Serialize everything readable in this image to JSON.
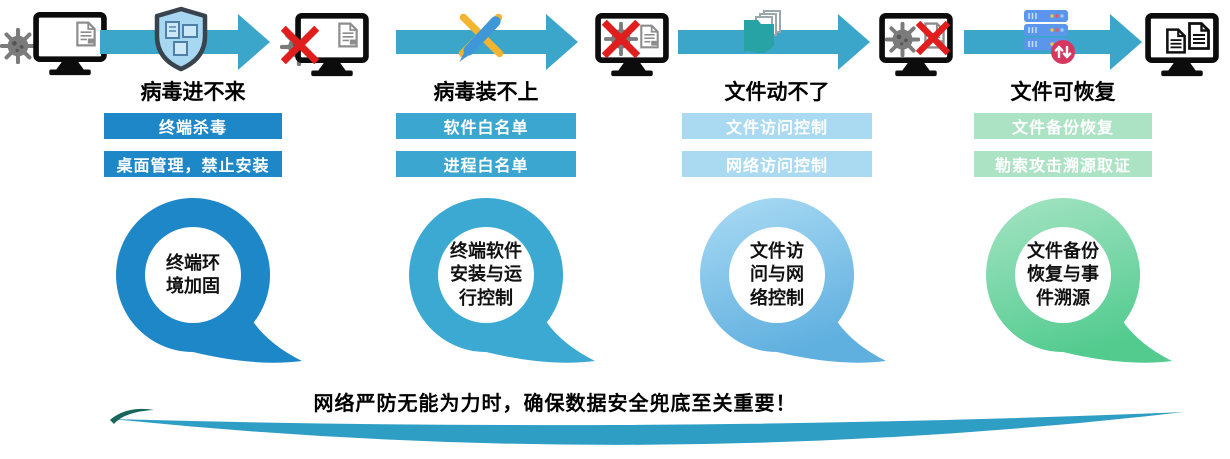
{
  "theme": {
    "arrow_color": "#3BA5CA",
    "swoosh_color": "#2F9EC4",
    "swoosh_tip_color": "#17665A"
  },
  "stages": [
    {
      "title": "病毒进不来",
      "arrow_icon": "shield-documents-icon",
      "endpoint_icon": "virus-and-computer-icon",
      "measures": [
        "终端杀毒",
        "桌面管理，禁止安装"
      ],
      "bar_color": "#1E87C7",
      "circle_top_color": "#1E87C7",
      "circle_bottom_color": "#1E87C7",
      "capability_lines": [
        "终端环",
        "境加固"
      ]
    },
    {
      "title": "病毒装不上",
      "arrow_icon": "crossed-swords-icon",
      "endpoint_icon": "virus-blocked-at-computer-icon",
      "measures": [
        "软件白名单",
        "进程白名单"
      ],
      "bar_color": "#3BA6CF",
      "circle_top_color": "#3CA9D2",
      "circle_bottom_color": "#3CA9D2",
      "capability_lines": [
        "终端软件",
        "安装与运",
        "行控制"
      ]
    },
    {
      "title": "文件动不了",
      "arrow_icon": "folder-files-icon",
      "endpoint_icon": "virus-blocked-on-screen-icon",
      "measures": [
        "文件访问控制",
        "网络访问控制"
      ],
      "bar_color": "#A9DAF1",
      "circle_top_color": "#ABDBF4",
      "circle_bottom_color": "#5FAFDF",
      "capability_lines": [
        "文件访",
        "问与网",
        "络控制"
      ]
    },
    {
      "title": "文件可恢复",
      "arrow_icon": "backup-server-sync-icon",
      "endpoint_icon": "file-protected-from-virus-icon",
      "measures": [
        "文件备份恢复",
        "勒索攻击溯源取证"
      ],
      "bar_color": "#ACE3C5",
      "circle_top_color": "#A5E4C4",
      "circle_bottom_color": "#53CB8F",
      "capability_lines": [
        "文件备份",
        "恢复与事",
        "件溯源"
      ]
    }
  ],
  "final_endpoint_icon": "files-recovered-computer-icon",
  "banner": {
    "message": "网络严防无能为力时，确保数据安全兜底至关重要！"
  }
}
